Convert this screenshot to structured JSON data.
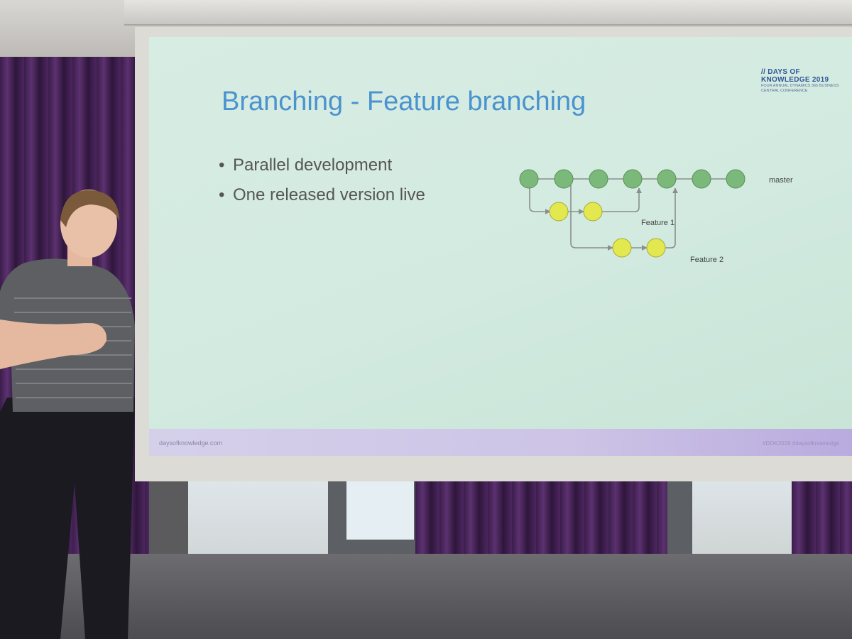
{
  "slide": {
    "title": "Branching - Feature branching",
    "bullets": [
      "Parallel development",
      "One released version live"
    ],
    "bullet_glyph": "•",
    "brand": {
      "title": "// DAYS OF KNOWLEDGE 2019",
      "subtitle": "FOUR ANNUAL DYNAMICS 365 BUSINESS CENTRAL CONFERENCE"
    },
    "footer_left": "daysofknowledge.com",
    "footer_right": "#DOK2019 #daysofknowledge",
    "diagram": {
      "labels": {
        "master": "master",
        "feature1": "Feature 1",
        "feature2": "Feature 2"
      },
      "colors": {
        "master_node": "#7ab97a",
        "feature_node": "#e3e84f",
        "edge": "#8a8f8c"
      }
    }
  },
  "scene": {
    "icons": [
      "presenter",
      "curtain",
      "projection-screen",
      "window"
    ]
  }
}
